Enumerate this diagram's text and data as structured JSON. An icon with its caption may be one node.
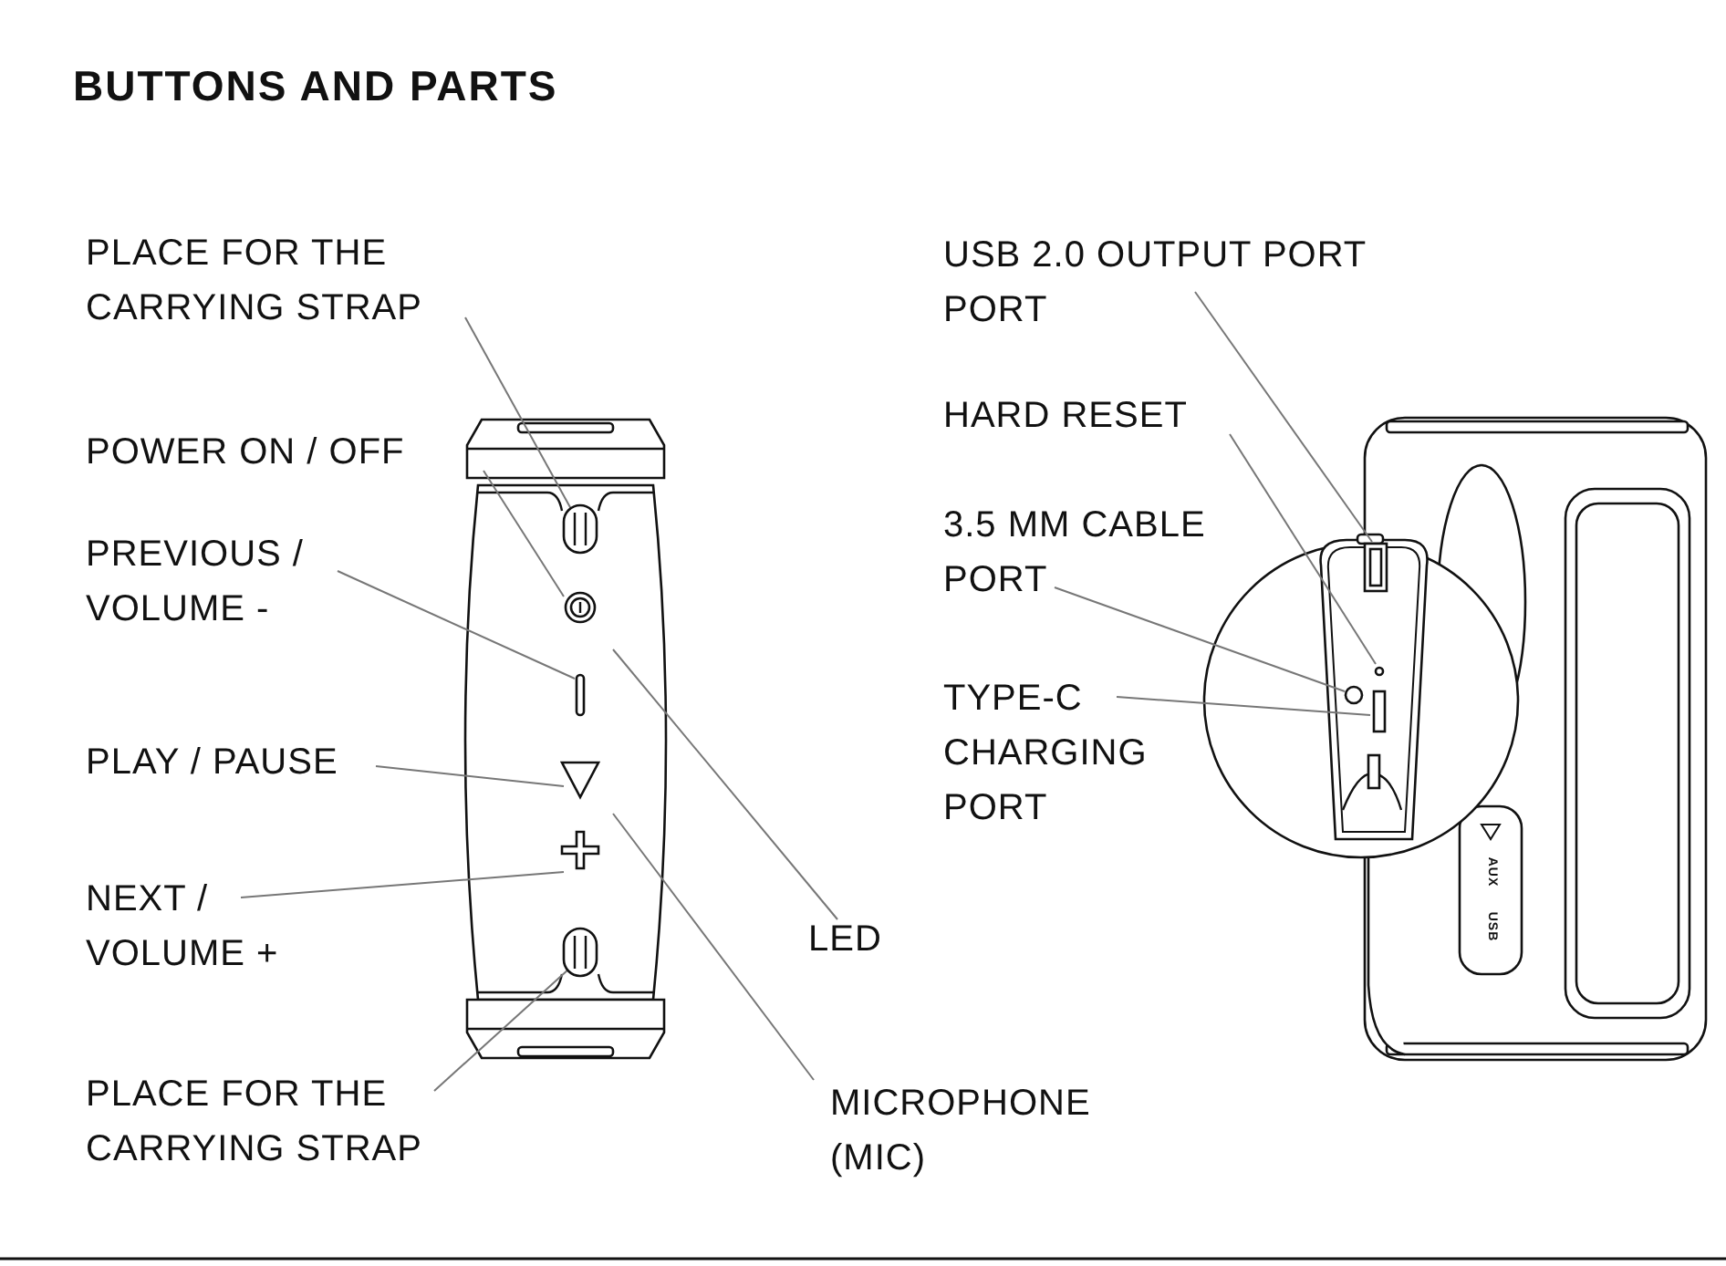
{
  "diagram": {
    "title": "BUTTONS AND PARTS",
    "nodes": [
      {
        "text": [
          "PLACE FOR THE CARRYING STRAP"
        ]
      },
      {
        "text": [
          "POWER ON / OFF"
        ]
      },
      {
        "text": [
          "PREVIOUS / VOLUME -"
        ]
      },
      {
        "text": [
          "PLAY / PAUSE"
        ]
      },
      {
        "text": [
          "NEXT / VOLUME +"
        ]
      },
      {
        "text": [
          "PLACE FOR THE CARRYING STRAP"
        ]
      },
      {
        "text": [
          "LED"
        ]
      },
      {
        "text": [
          "MICROPHONE (MIC)"
        ]
      },
      {
        "text": [
          "USB 2.0 OUTPUT PORT PORT"
        ]
      },
      {
        "text": [
          "HARD RESET"
        ]
      },
      {
        "text": [
          "3.5 MM CABLE PORT"
        ]
      },
      {
        "text": [
          "TYPE-C CHARGING PORT"
        ]
      },
      {
        "text": [],
        "shape": "oval"
      },
      {
        "text": [],
        "shape": "circle"
      },
      {
        "text": [],
        "shape": "bar"
      },
      {
        "text": [],
        "shape": "triangle"
      },
      {
        "text": [],
        "shape": "plus"
      },
      {
        "text": [],
        "shape": "oval"
      },
      {
        "text": [],
        "shape": "box"
      },
      {
        "text": [],
        "shape": "dot"
      },
      {
        "text": [],
        "shape": "circle"
      },
      {
        "text": [],
        "shape": "bar"
      }
    ],
    "edges": [
      {
        "from": 0,
        "to": 12,
        "arrow": "none"
      },
      {
        "from": 1,
        "to": 13,
        "arrow": "none"
      },
      {
        "from": 2,
        "to": 14,
        "arrow": "none"
      },
      {
        "from": 3,
        "to": 15,
        "arrow": "none"
      },
      {
        "from": 4,
        "to": 16,
        "arrow": "none"
      },
      {
        "from": 5,
        "to": 17,
        "arrow": "none"
      },
      {
        "from": 6,
        "to": null,
        "arrow": "none"
      },
      {
        "from": 7,
        "to": null,
        "arrow": "none"
      },
      {
        "from": 8,
        "to": 18,
        "arrow": "none"
      },
      {
        "from": 9,
        "to": 19,
        "arrow": "none"
      },
      {
        "from": 10,
        "to": 20,
        "arrow": "none"
      },
      {
        "from": 11,
        "to": 21,
        "arrow": "none"
      }
    ],
    "labels": [
      "AUX",
      "USB"
    ]
  }
}
